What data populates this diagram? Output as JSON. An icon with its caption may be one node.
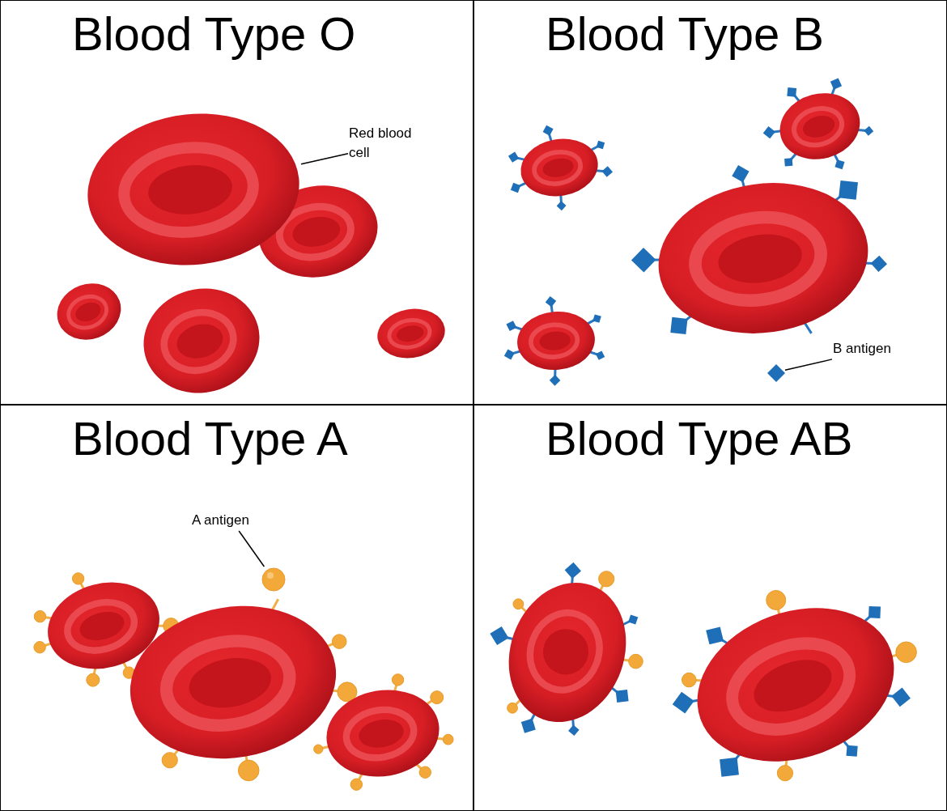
{
  "diagram": {
    "nodes": [
      {
        "text": [
          "Blood Type O"
        ]
      },
      {
        "text": [
          "Blood Type B"
        ]
      },
      {
        "text": [
          "Blood Type A"
        ]
      },
      {
        "text": [
          "Blood Type AB"
        ]
      },
      {
        "text": [
          "Red blood cell"
        ],
        "in": 0
      },
      {
        "text": [],
        "shape": "picture",
        "in": 0
      },
      {
        "text": [
          "B antigen"
        ],
        "in": 1
      },
      {
        "text": [],
        "shape": "diamond",
        "in": 1
      },
      {
        "text": [
          "A antigen"
        ],
        "in": 2
      },
      {
        "text": [],
        "shape": "circle",
        "in": 2
      }
    ],
    "edges": [
      {
        "from": 4,
        "to": 5,
        "arrow": "none"
      },
      {
        "from": 6,
        "to": 7,
        "arrow": "none"
      },
      {
        "from": 8,
        "to": 9,
        "arrow": "none"
      }
    ]
  }
}
